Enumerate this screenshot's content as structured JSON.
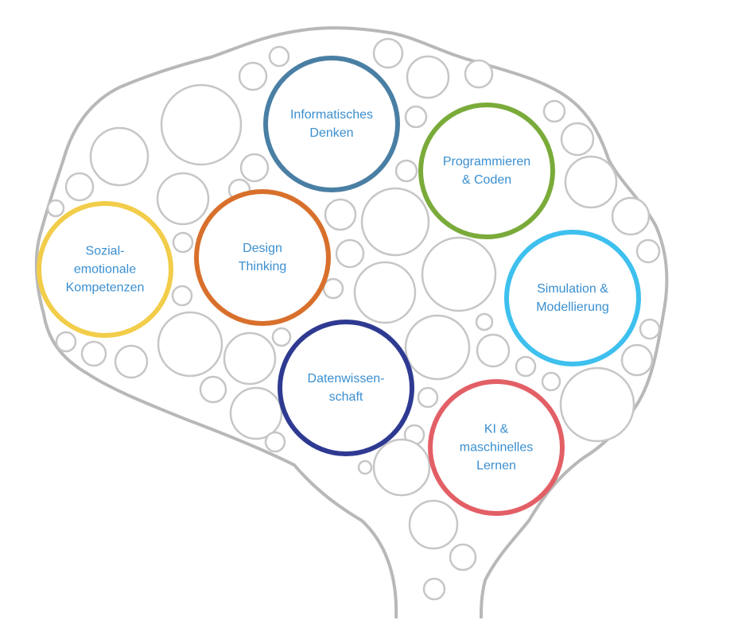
{
  "label_color": "#3a8fd0",
  "outline_color": "#b8b8b8",
  "small_circle_color": "#c6c6c6",
  "nodes": [
    {
      "id": "informatisches-denken",
      "lines": [
        "Informatisches",
        "Denken"
      ],
      "color": "#4a7fa4"
    },
    {
      "id": "programmieren-coden",
      "lines": [
        "Programmieren",
        "& Coden"
      ],
      "color": "#7aab3a"
    },
    {
      "id": "sozial-emotionale-kompetenzen",
      "lines": [
        "Sozial-",
        "emotionale",
        "Kompetenzen"
      ],
      "color": "#f2cd4a"
    },
    {
      "id": "design-thinking",
      "lines": [
        "Design",
        "Thinking"
      ],
      "color": "#d8702c"
    },
    {
      "id": "simulation-modellierung",
      "lines": [
        "Simulation &",
        "Modellierung"
      ],
      "color": "#3ec0ee"
    },
    {
      "id": "datenwissenschaft",
      "lines": [
        "Datenwissen-",
        "schaft"
      ],
      "color": "#2e3a92"
    },
    {
      "id": "ki-maschinelles-lernen",
      "lines": [
        "KI &",
        "maschinelles",
        "Lernen"
      ],
      "color": "#e35f66"
    }
  ]
}
